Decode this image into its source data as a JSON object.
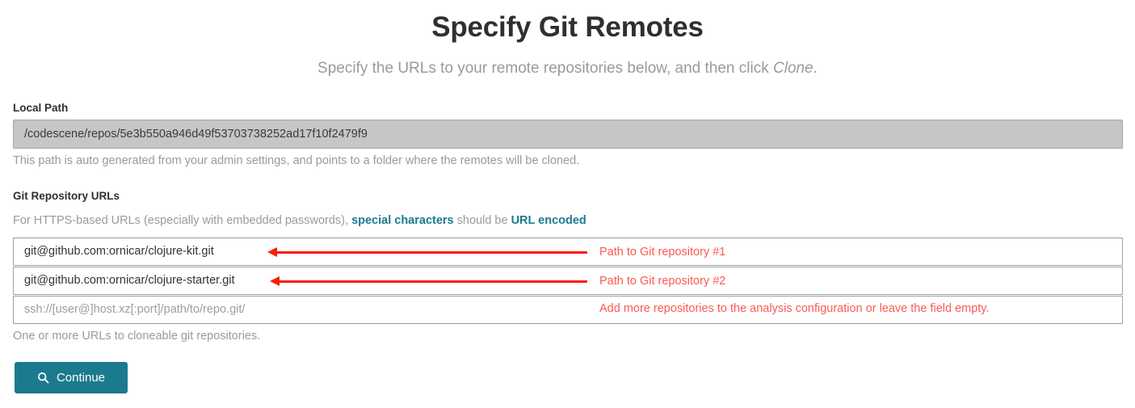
{
  "header": {
    "title": "Specify Git Remotes",
    "subtitle_prefix": "Specify the URLs to your remote repositories below, and then click ",
    "subtitle_emphasis": "Clone",
    "subtitle_suffix": "."
  },
  "local_path": {
    "label": "Local Path",
    "value": "/codescene/repos/5e3b550a946d49f53703738252ad17f10f2479f9",
    "help": "This path is auto generated from your admin settings, and points to a folder where the remotes will be cloned."
  },
  "git_urls": {
    "label": "Git Repository URLs",
    "help_prefix": "For HTTPS-based URLs (especially with embedded passwords), ",
    "help_link_1": "special characters",
    "help_middle": " should be ",
    "help_link_2": "URL encoded",
    "rows": [
      {
        "value": "git@github.com:ornicar/clojure-kit.git",
        "placeholder": "ssh://[user@]host.xz[:port]/path/to/repo.git/",
        "is_placeholder": false,
        "annotation": "Path to Git repository #1",
        "has_arrow": true
      },
      {
        "value": "git@github.com:ornicar/clojure-starter.git",
        "placeholder": "ssh://[user@]host.xz[:port]/path/to/repo.git/",
        "is_placeholder": false,
        "annotation": "Path to Git repository #2",
        "has_arrow": true
      },
      {
        "value": "ssh://[user@]host.xz[:port]/path/to/repo.git/",
        "placeholder": "ssh://[user@]host.xz[:port]/path/to/repo.git/",
        "is_placeholder": true,
        "annotation": "Add more repositories to the analysis configuration or leave the field empty.",
        "has_arrow": false
      }
    ],
    "help_bottom": "One or more URLs to cloneable git repositories."
  },
  "actions": {
    "continue_label": "Continue",
    "continue_icon": "search-icon"
  },
  "colors": {
    "accent_teal": "#1c7a8e",
    "annotation_red": "#fb5a52",
    "arrow_red": "#fb1c08",
    "disabled_field": "#c6c6c6",
    "muted_text": "#9a9a9a"
  }
}
